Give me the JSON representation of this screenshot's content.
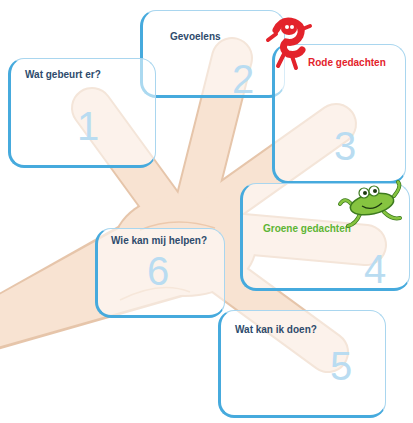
{
  "diagram": {
    "nodes": [
      {
        "text": [
          "Wat gebeurt er?",
          "1"
        ]
      },
      {
        "text": [
          "Gevoelens",
          "2"
        ]
      },
      {
        "text": [
          "Rode gedachten",
          "3"
        ]
      },
      {
        "text": [
          "Groene gedachten",
          "4"
        ]
      },
      {
        "text": [
          "Wat kan ik doen?",
          "5"
        ]
      },
      {
        "text": [
          "Wie kan mij helpen?",
          "6"
        ]
      }
    ]
  }
}
